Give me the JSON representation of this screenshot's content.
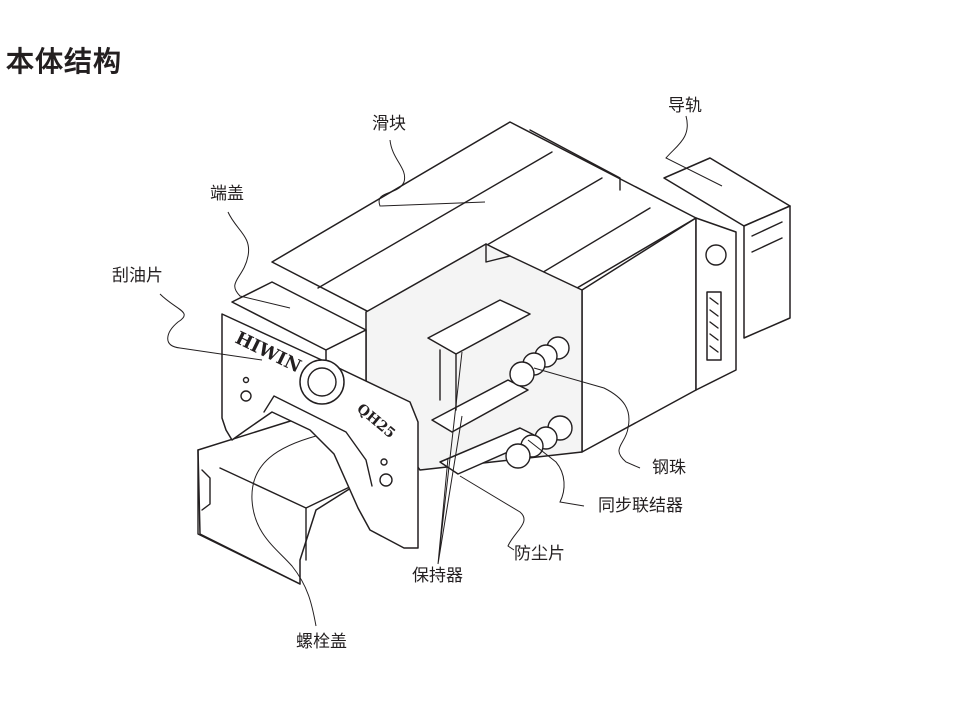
{
  "title": "本体结构",
  "labels": {
    "slider": "滑块",
    "rail": "导轨",
    "end_cap": "端盖",
    "scraper": "刮油片",
    "steel_ball": "钢珠",
    "synchronous_coupler": "同步联结器",
    "dust_plate": "防尘片",
    "retainer": "保持器",
    "bolt_cap": "螺栓盖"
  },
  "markings": {
    "brand": "HIWIN",
    "model": "QH25"
  }
}
